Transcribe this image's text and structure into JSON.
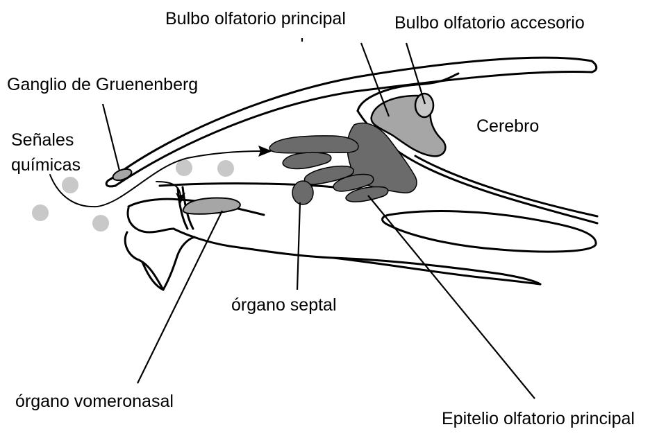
{
  "labels": {
    "main_bulb": "Bulbo olfatorio principal",
    "accessory_bulb": "Bulbo olfatorio accesorio",
    "gruenenberg": "Ganglio de Gruenenberg",
    "chemical_signals_line1": "Señales",
    "chemical_signals_line2": "químicas",
    "brain": "Cerebro",
    "septal_organ": "órgano septal",
    "vomeronasal_organ": "órgano vomeronasal",
    "main_epithelium": "Epitelio olfatorio principal"
  },
  "colors": {
    "line": "#000000",
    "dark_gray": "#6b6b6b",
    "medium_gray": "#a6a6a6",
    "light_gray": "#c8c8c8",
    "background": "#ffffff"
  }
}
